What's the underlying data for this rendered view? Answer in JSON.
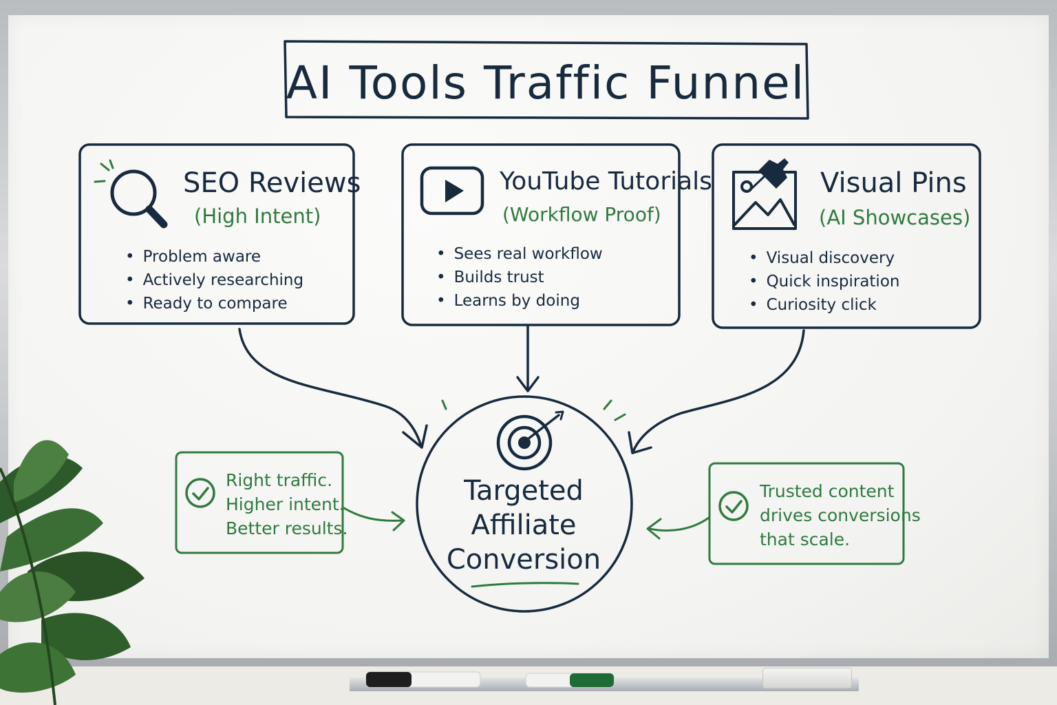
{
  "title": "AI Tools Traffic Funnel",
  "sources": [
    {
      "title": "SEO Reviews",
      "subtitle": "(High Intent)",
      "icon": "magnifier-icon",
      "bullets": [
        "Problem aware",
        "Actively researching",
        "Ready to compare"
      ]
    },
    {
      "title": "YouTube Tutorials",
      "subtitle": "(Workflow Proof)",
      "icon": "play-button-icon",
      "bullets": [
        "Sees real workflow",
        "Builds trust",
        "Learns by doing"
      ]
    },
    {
      "title": "Visual Pins",
      "subtitle": "(AI Showcases)",
      "icon": "pinned-image-icon",
      "bullets": [
        "Visual discovery",
        "Quick inspiration",
        "Curiosity click"
      ]
    }
  ],
  "target": {
    "icon": "target-arrow-icon",
    "lines": [
      "Targeted",
      "Affiliate",
      "Conversion"
    ]
  },
  "notes": [
    {
      "icon": "check-circle-icon",
      "lines": [
        "Right traffic.",
        "Higher intent.",
        "Better results."
      ]
    },
    {
      "icon": "check-circle-icon",
      "lines": [
        "Trusted content",
        "drives conversions",
        "that scale."
      ]
    }
  ],
  "colors": {
    "ink_navy": "#172a3e",
    "ink_green": "#2f7a3f",
    "board": "#f5f5f3"
  }
}
